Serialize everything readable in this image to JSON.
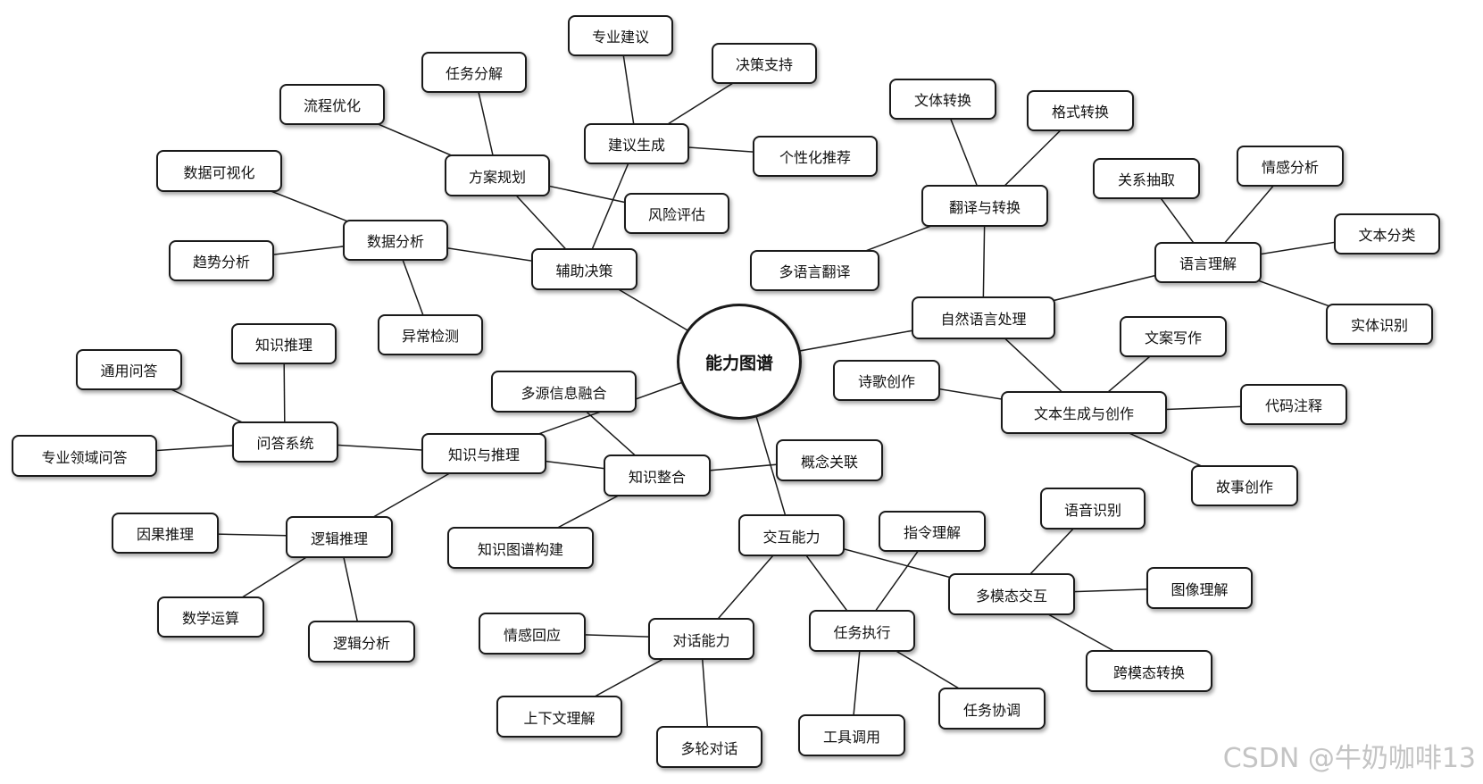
{
  "diagram": {
    "center": "能力图谱",
    "n": {
      "zrycl": "自然语言处理",
      "yyl": "语言理解",
      "gxcq": "关系抽取",
      "qgfx": "情感分析",
      "wbfl": "文本分类",
      "stsb": "实体识别",
      "fyzh": "翻译与转换",
      "wtzh": "文体转换",
      "gszh": "格式转换",
      "dyyfy": "多语言翻译",
      "wbsc": "文本生成与创作",
      "waxz": "文案写作",
      "sgcz": "诗歌创作",
      "dmzs": "代码注释",
      "gscz": "故事创作",
      "fzjc": "辅助决策",
      "jysc": "建议生成",
      "zyjy": "专业建议",
      "jczc": "决策支持",
      "gxhtj": "个性化推荐",
      "fagh": "方案规划",
      "rwfj": "任务分解",
      "lcyh": "流程优化",
      "fxpg": "风险评估",
      "sjfx": "数据分析",
      "sjksh": "数据可视化",
      "qsfx": "趋势分析",
      "ycjc": "异常检测",
      "zsytl": "知识与推理",
      "wdxt": "问答系统",
      "zstl": "知识推理",
      "tywd": "通用问答",
      "zylywd": "专业领域问答",
      "ljtl": "逻辑推理",
      "ygtl": "因果推理",
      "sxys": "数学运算",
      "ljfx": "逻辑分析",
      "zszh": "知识整合",
      "dyxxrh": "多源信息融合",
      "gngl": "概念关联",
      "zstpgj": "知识图谱构建",
      "jhnl": "交互能力",
      "dhnl": "对话能力",
      "qghy": "情感回应",
      "sxwlj": "上下文理解",
      "dldh": "多轮对话",
      "rwzx": "任务执行",
      "zllj": "指令理解",
      "gjdy": "工具调用",
      "rwxt": "任务协调",
      "dmtjh": "多模态交互",
      "yysb": "语音识别",
      "txlj": "图像理解",
      "kmtzh": "跨模态转换"
    }
  },
  "watermark": "CSDN @牛奶咖啡13"
}
